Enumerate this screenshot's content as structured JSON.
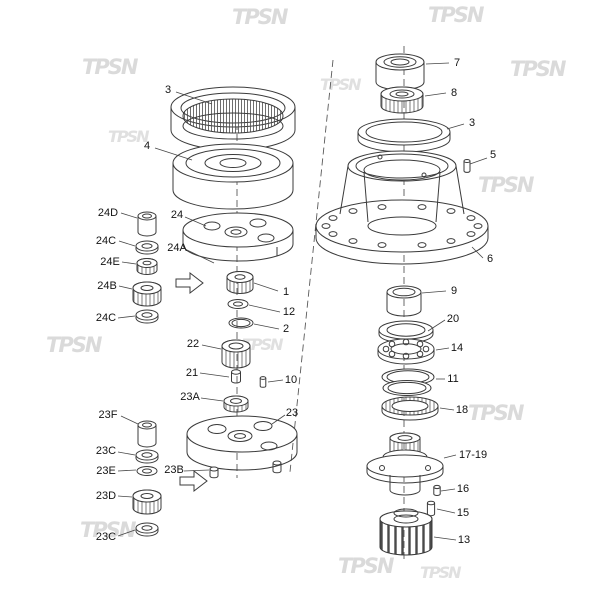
{
  "page": {
    "background": "#ffffff",
    "line_color": "#3b3b3b"
  },
  "watermark": {
    "text": "TPSN",
    "color": "#dadada"
  },
  "diagram": {
    "type": "exploded-parts-diagram",
    "callouts": {
      "l3": "3",
      "l4": "4",
      "l24D": "24D",
      "l24": "24",
      "l24C_top": "24C",
      "l24A": "24A",
      "l24E": "24E",
      "l24B": "24B",
      "l24C_bot": "24C",
      "l1": "1",
      "l12": "12",
      "l2": "2",
      "l22": "22",
      "l21": "21",
      "l10": "10",
      "l23A": "23A",
      "l23": "23",
      "l23F": "23F",
      "l23C_top": "23C",
      "l23E": "23E",
      "l23B": "23B",
      "l23D": "23D",
      "l23C_bot": "23C",
      "r7": "7",
      "r8": "8",
      "r3": "3",
      "r5": "5",
      "r6": "6",
      "r9": "9",
      "r20": "20",
      "r14": "14",
      "r11": "11",
      "r18": "18",
      "r17_19": "17-19",
      "r16": "16",
      "r15": "15",
      "r13": "13"
    }
  }
}
